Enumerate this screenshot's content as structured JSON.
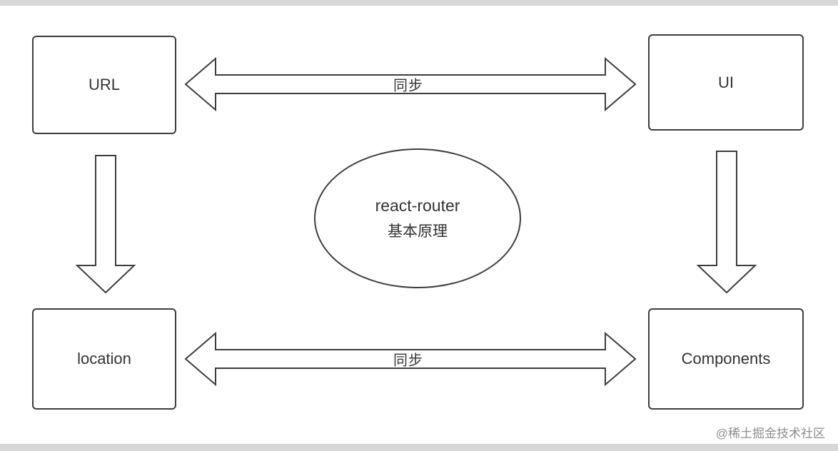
{
  "diagram": {
    "title_line1": "react-router",
    "title_line2": "基本原理",
    "nodes": {
      "url": {
        "label": "URL"
      },
      "ui": {
        "label": "UI"
      },
      "location": {
        "label": "location"
      },
      "components": {
        "label": "Components"
      }
    },
    "arrows": {
      "top_sync_label": "同步",
      "bottom_sync_label": "同步"
    },
    "watermark": "@稀土掘金技术社区"
  },
  "colors": {
    "stroke": "#3d3d3d",
    "text": "#333333",
    "watermark": "#8e8e8e",
    "background": "#ffffff",
    "edge_strip": "#d7d7d7"
  }
}
